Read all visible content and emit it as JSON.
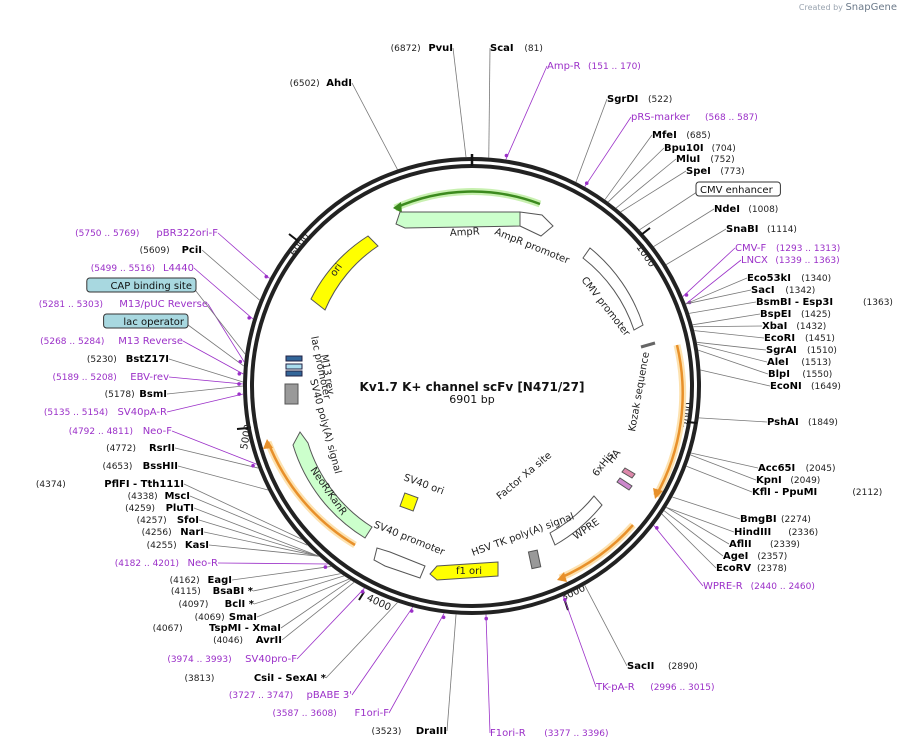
{
  "brand": {
    "prefix": "Created by",
    "name": "SnapGene"
  },
  "plasmid": {
    "name": "Kv1.7 K+ channel scFv [N471/27]",
    "length_label": "6901 bp",
    "length": 6901
  },
  "ticks": [
    "1000",
    "2000",
    "3000",
    "4000",
    "5000",
    "6000"
  ],
  "sites": [
    {
      "name": "PvuI",
      "pos": "(6872)",
      "kind": "enzyme",
      "side": "L"
    },
    {
      "name": "ScaI",
      "pos": "(81)",
      "kind": "enzyme",
      "side": "R"
    },
    {
      "name": "Amp-R",
      "pos": "(151 .. 170)",
      "kind": "primer",
      "side": "R"
    },
    {
      "name": "AhdI",
      "pos": "(6502)",
      "kind": "enzyme",
      "side": "L"
    },
    {
      "name": "SgrDI",
      "pos": "(522)",
      "kind": "enzyme",
      "side": "R"
    },
    {
      "name": "pRS-marker",
      "pos": "(568 .. 587)",
      "kind": "primer",
      "side": "R"
    },
    {
      "name": "MfeI",
      "pos": "(685)",
      "kind": "enzyme",
      "side": "R"
    },
    {
      "name": "Bpu10I",
      "pos": "(704)",
      "kind": "enzyme",
      "side": "R"
    },
    {
      "name": "MluI",
      "pos": "(752)",
      "kind": "enzyme",
      "side": "R"
    },
    {
      "name": "SpeI",
      "pos": "(773)",
      "kind": "enzyme",
      "side": "R"
    },
    {
      "name": "CMV enhancer",
      "pos": "",
      "kind": "boxed",
      "side": "R"
    },
    {
      "name": "NdeI",
      "pos": "(1008)",
      "kind": "enzyme",
      "side": "R"
    },
    {
      "name": "SnaBI",
      "pos": "(1114)",
      "kind": "enzyme",
      "side": "R"
    },
    {
      "name": "CMV-F",
      "pos": "(1293 .. 1313)",
      "kind": "primer",
      "side": "R"
    },
    {
      "name": "LNCX",
      "pos": "(1339 .. 1363)",
      "kind": "primer",
      "side": "R"
    },
    {
      "name": "Eco53kI",
      "pos": "(1340)",
      "kind": "enzyme",
      "side": "R"
    },
    {
      "name": "SacI",
      "pos": "(1342)",
      "kind": "enzyme",
      "side": "R"
    },
    {
      "name": "BsmBI  -  Esp3I",
      "pos": "(1363)",
      "kind": "enzyme",
      "side": "R"
    },
    {
      "name": "BspEI",
      "pos": "(1425)",
      "kind": "enzyme",
      "side": "R"
    },
    {
      "name": "XbaI",
      "pos": "(1432)",
      "kind": "enzyme",
      "side": "R"
    },
    {
      "name": "EcoRI",
      "pos": "(1451)",
      "kind": "enzyme",
      "side": "R"
    },
    {
      "name": "SgrAI",
      "pos": "(1510)",
      "kind": "enzyme",
      "side": "R"
    },
    {
      "name": "AleI",
      "pos": "(1513)",
      "kind": "enzyme",
      "side": "R"
    },
    {
      "name": "BlpI",
      "pos": "(1550)",
      "kind": "enzyme",
      "side": "R"
    },
    {
      "name": "EcoNI",
      "pos": "(1649)",
      "kind": "enzyme",
      "side": "R"
    },
    {
      "name": "PshAI",
      "pos": "(1849)",
      "kind": "enzyme",
      "side": "R"
    },
    {
      "name": "Acc65I",
      "pos": "(2045)",
      "kind": "enzyme",
      "side": "R"
    },
    {
      "name": "KpnI",
      "pos": "(2049)",
      "kind": "enzyme",
      "side": "R"
    },
    {
      "name": "KflI  -  PpuMI",
      "pos": "(2112)",
      "kind": "enzyme",
      "side": "R"
    },
    {
      "name": "BmgBI",
      "pos": "(2274)",
      "kind": "enzyme",
      "side": "R"
    },
    {
      "name": "HindIII",
      "pos": "(2336)",
      "kind": "enzyme",
      "side": "R"
    },
    {
      "name": "AflII",
      "pos": "(2339)",
      "kind": "enzyme",
      "side": "R"
    },
    {
      "name": "AgeI",
      "pos": "(2357)",
      "kind": "enzyme",
      "side": "R"
    },
    {
      "name": "EcoRV",
      "pos": "(2378)",
      "kind": "enzyme",
      "side": "R"
    },
    {
      "name": "WPRE-R",
      "pos": "(2440 .. 2460)",
      "kind": "primer",
      "side": "R"
    },
    {
      "name": "SacII",
      "pos": "(2890)",
      "kind": "enzyme",
      "side": "R"
    },
    {
      "name": "TK-pA-R",
      "pos": "(2996 .. 3015)",
      "kind": "primer",
      "side": "R"
    },
    {
      "name": "F1ori-R",
      "pos": "(3377 .. 3396)",
      "kind": "primer",
      "side": "R"
    },
    {
      "name": "DraIII",
      "pos": "(3523)",
      "kind": "enzyme",
      "side": "L"
    },
    {
      "name": "F1ori-F",
      "pos": "(3587 .. 3608)",
      "kind": "primer",
      "side": "L"
    },
    {
      "name": "pBABE 3'",
      "pos": "(3727 .. 3747)",
      "kind": "primer",
      "side": "L"
    },
    {
      "name": "CsiI  -  SexAI *",
      "pos": "(3813)",
      "kind": "enzyme",
      "side": "L"
    },
    {
      "name": "SV40pro-F",
      "pos": "(3974 .. 3993)",
      "kind": "primer",
      "side": "L"
    },
    {
      "name": "AvrII",
      "pos": "(4046)",
      "kind": "enzyme",
      "side": "L"
    },
    {
      "name": "TspMI  -  XmaI",
      "pos": "(4067)",
      "kind": "enzyme",
      "side": "L"
    },
    {
      "name": "SmaI",
      "pos": "(4069)",
      "kind": "enzyme",
      "side": "L"
    },
    {
      "name": "BclI *",
      "pos": "(4097)",
      "kind": "enzyme",
      "side": "L"
    },
    {
      "name": "BsaBI *",
      "pos": "(4115)",
      "kind": "enzyme",
      "side": "L"
    },
    {
      "name": "EagI",
      "pos": "(4162)",
      "kind": "enzyme",
      "side": "L"
    },
    {
      "name": "Neo-R",
      "pos": "(4182 .. 4201)",
      "kind": "primer",
      "side": "L"
    },
    {
      "name": "KasI",
      "pos": "(4255)",
      "kind": "enzyme",
      "side": "L"
    },
    {
      "name": "NarI",
      "pos": "(4256)",
      "kind": "enzyme",
      "side": "L"
    },
    {
      "name": "SfoI",
      "pos": "(4257)",
      "kind": "enzyme",
      "side": "L"
    },
    {
      "name": "PluTI",
      "pos": "(4259)",
      "kind": "enzyme",
      "side": "L"
    },
    {
      "name": "MscI",
      "pos": "(4338)",
      "kind": "enzyme",
      "side": "L"
    },
    {
      "name": "PflFI  -  Tth111I",
      "pos": "(4374)",
      "kind": "enzyme",
      "side": "L"
    },
    {
      "name": "BssHII",
      "pos": "(4653)",
      "kind": "enzyme",
      "side": "L"
    },
    {
      "name": "RsrII",
      "pos": "(4772)",
      "kind": "enzyme",
      "side": "L"
    },
    {
      "name": "Neo-F",
      "pos": "(4792 .. 4811)",
      "kind": "primer",
      "side": "L"
    },
    {
      "name": "SV40pA-R",
      "pos": "(5135 .. 5154)",
      "kind": "primer",
      "side": "L"
    },
    {
      "name": "BsmI",
      "pos": "(5178)",
      "kind": "enzyme",
      "side": "L"
    },
    {
      "name": "EBV-rev",
      "pos": "(5189 .. 5208)",
      "kind": "primer",
      "side": "L"
    },
    {
      "name": "BstZ17I",
      "pos": "(5230)",
      "kind": "enzyme",
      "side": "L"
    },
    {
      "name": "M13 Reverse",
      "pos": "(5268 .. 5284)",
      "kind": "primer",
      "side": "L"
    },
    {
      "name": "lac operator",
      "pos": "",
      "kind": "boxed-blue",
      "side": "L"
    },
    {
      "name": "M13/pUC Reverse",
      "pos": "(5281 .. 5303)",
      "kind": "primer",
      "side": "L"
    },
    {
      "name": "CAP binding site",
      "pos": "",
      "kind": "boxed-blue",
      "side": "L"
    },
    {
      "name": "L4440",
      "pos": "(5499 .. 5516)",
      "kind": "primer",
      "side": "L"
    },
    {
      "name": "PciI",
      "pos": "(5609)",
      "kind": "enzyme",
      "side": "L"
    },
    {
      "name": "pBR322ori-F",
      "pos": "(5750 .. 5769)",
      "kind": "primer",
      "side": "L"
    }
  ],
  "features": [
    {
      "label": "AmpR",
      "color": "#ccffcc",
      "arc": "outer"
    },
    {
      "label": "AmpR promoter",
      "color": "#ffffff",
      "arc": "outer"
    },
    {
      "label": "CMV promoter",
      "color": "#ffffff",
      "arc": "outer"
    },
    {
      "label": "Kozak sequence",
      "color": "#999999",
      "arc": "outer"
    },
    {
      "label": "HA",
      "color": "#dd88aa",
      "arc": "outer"
    },
    {
      "label": "6xHis",
      "color": "#cc88cc",
      "arc": "outer"
    },
    {
      "label": "Factor Xa site",
      "color": "#999999",
      "arc": "inner"
    },
    {
      "label": "WPRE",
      "color": "#ffffff",
      "arc": "outer"
    },
    {
      "label": "HSV TK poly(A) signal",
      "color": "#999999",
      "arc": "inner"
    },
    {
      "label": "f1 ori",
      "color": "#ffff00",
      "arc": "outer"
    },
    {
      "label": "SV40 promoter",
      "color": "#ffffff",
      "arc": "outer"
    },
    {
      "label": "SV40 ori",
      "color": "#ffff00",
      "arc": "inner"
    },
    {
      "label": "NeoR/KanR",
      "color": "#ccffcc",
      "arc": "outer"
    },
    {
      "label": "SV40 poly(A) signal",
      "color": "#999999",
      "arc": "outer"
    },
    {
      "label": "lac promoter",
      "color": "#ffffff",
      "arc": "outer"
    },
    {
      "label": "M13 rev",
      "color": "#336699",
      "arc": "outer"
    },
    {
      "label": "ori",
      "color": "#ffff00",
      "arc": "outer"
    }
  ],
  "colors": {
    "enzyme": "#000000",
    "primer": "#9b30c8",
    "ring": "#222222",
    "orf": "#f0a030",
    "green_orf": "#3c8a1e",
    "box_blue": "#a8d8e0"
  }
}
